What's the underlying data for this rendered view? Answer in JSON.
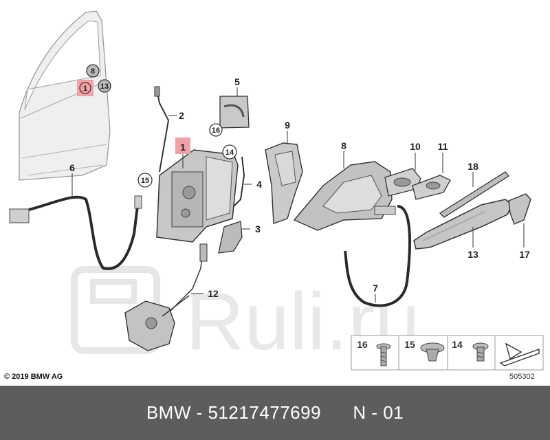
{
  "colors": {
    "highlight": "#f2a0a6",
    "line": "#3a3a3a",
    "part_fill": "#c8c8c8",
    "door_fill": "#ededed",
    "footer_bg": "#5d5d5d",
    "watermark": "#e9e9e9"
  },
  "callouts": {
    "c8": "8",
    "c1door": "1",
    "c13door": "13",
    "c5": "5",
    "c16": "16",
    "c2": "2",
    "c9": "9",
    "c1": "1",
    "c14": "14",
    "c15": "15",
    "c4": "4",
    "c3": "3",
    "c6": "6",
    "c8b": "8",
    "c10": "10",
    "c11": "11",
    "c18": "18",
    "c13": "13",
    "c17": "17",
    "c7": "7",
    "c12": "12"
  },
  "legend": {
    "n16": "16",
    "n15": "15",
    "n14": "14"
  },
  "watermark_text": "Ruli.ru",
  "copyright": "© 2019 BMW AG",
  "diagram_ref": "505302",
  "footer": {
    "brand": "BMW",
    "sep1": " - ",
    "part_number": "51217477699",
    "gap": "      ",
    "position": "N - 01"
  }
}
